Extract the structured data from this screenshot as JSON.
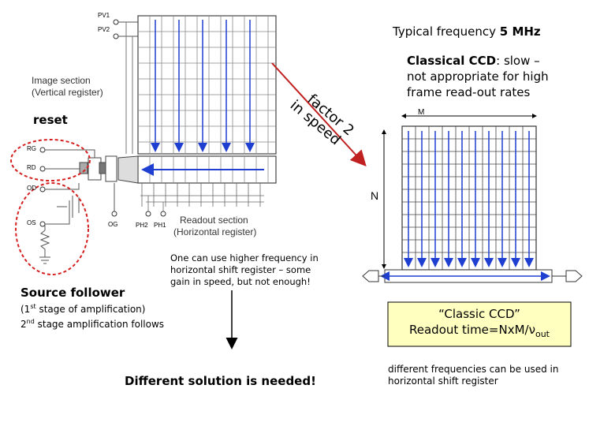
{
  "slide": {
    "typical_frequency": {
      "prefix": "Typical frequency ",
      "value": "5 MHz"
    },
    "classical_note": {
      "line1_bold": "Classical CCD",
      "line1_rest": ": slow –",
      "line2": "not appropriate for high",
      "line3": "frame read-out rates"
    },
    "factor_label": {
      "line1": "factor 2",
      "line2": "in speed"
    },
    "reset_label": "reset",
    "source_follower_label": "Source follower",
    "amplification_note": {
      "line1_pre": "(1",
      "line1_sup": "st",
      "line1_post": " stage of amplification)",
      "line2_pre": "2",
      "line2_sup": "nd",
      "line2_post": " stage amplification follows"
    },
    "higher_freq_note": {
      "line1": "One can use higher frequency in",
      "line2": "horizontal shift register – some",
      "line3": "gain in speed, but not enough!"
    },
    "conclusion": "Different solution is needed!",
    "classic_box": {
      "line1": "“Classic CCD”",
      "line2_pre": "Readout time=NxM/",
      "line2_nu": "ν",
      "line2_sub": "out",
      "fill": "#ffffc0"
    },
    "footnote": {
      "line1": "different frequencies can be used in",
      "line2": "horizontal shift register"
    }
  },
  "left_diagram": {
    "pins": {
      "pv1": "PV1",
      "pv2": "PV2",
      "rg": "RG",
      "rd": "RD",
      "od": "OD",
      "os": "OS",
      "og": "OG",
      "ph2": "PH2",
      "ph1": "PH1"
    },
    "image_section": {
      "line1": "Image  section",
      "line2": "(Vertical register)"
    },
    "readout_section": {
      "line1": "Readout section",
      "line2": "(Horizontal register)"
    },
    "colors": {
      "arrow_blue": "#1f3fd0",
      "grid": "#555555",
      "highlight_red": "#d42020"
    }
  },
  "right_diagram": {
    "m_label": "M",
    "n_label": "N"
  }
}
